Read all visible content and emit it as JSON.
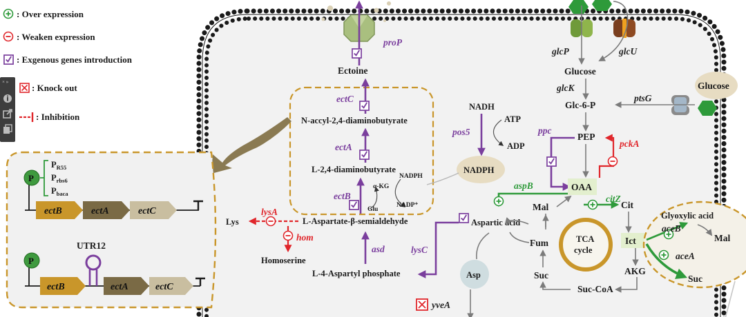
{
  "colors": {
    "purple": "#7a3e9d",
    "red": "#e0262b",
    "green": "#2e9a3a",
    "gold": "#c9962a",
    "membrane": "#1a1a1a",
    "cytoplasm": "#f2f2f2",
    "ectB_block": "#c9962a",
    "ectA_block": "#7a6a45",
    "ectC_block": "#c9bea0"
  },
  "legend": {
    "over": ": Over expression",
    "weaken": ": Weaken expression",
    "exo": ":  Exgenous genes introduction",
    "knock": ":  Knock out",
    "inhibit": ": Inhibition"
  },
  "toolbar": {
    "header": "× »",
    "icons": [
      "info-icon",
      "open-external-icon",
      "copy-icon"
    ]
  },
  "transport": {
    "proP": "proP",
    "glcP": "glcP",
    "glcU": "glcU",
    "ptsG": "ptsG",
    "glucose_out": "Glucose"
  },
  "pathway": {
    "ectoine": "Ectoine",
    "n_accyl": "N-accyl-2,4-diaminobutyrate",
    "dab": "L-2,4-diaminobutyrate",
    "asa": "L-Aspartate-β-semialdehyde",
    "asp_p": "L-4-Aspartyl phosphate",
    "aspartic": "Aspartic acid",
    "lys": "Lys",
    "homoserine": "Homoserine",
    "ectA": "ectA",
    "ectB": "ectB",
    "ectC": "ectC",
    "asd": "asd",
    "lysC": "lysC",
    "lysA": "lysA",
    "hom": "hom",
    "akg": "α-KG",
    "glu": "Glu",
    "nadph_small": "NADPH",
    "nadp_small": "NADP⁺",
    "nadh": "NADH",
    "atp": "ATP",
    "adp": "ADP",
    "pos5": "pos5",
    "nadph": "NADPH",
    "asp_node": "Asp",
    "yveA": "yveA"
  },
  "central": {
    "glucose": "Glucose",
    "glcK": "glcK",
    "g6p": "Glc-6-P",
    "pep": "PEP",
    "ppc": "ppc",
    "pckA": "pckA",
    "oaa": "OAA",
    "aspB": "aspB",
    "citZ": "citZ",
    "cit": "Cit",
    "mal": "Mal",
    "fum": "Fum",
    "suc": "Suc",
    "succoa": "Suc-CoA",
    "akg": "AKG",
    "ict": "Ict",
    "tca1": "TCA",
    "tca2": "cycle"
  },
  "glyoxylate": {
    "glyoxylic": "Glyoxylic acid",
    "mal": "Mal",
    "suc": "Suc",
    "aceB": "aceB",
    "aceA": "aceA"
  },
  "inset": {
    "p_letter": "P",
    "p_letter2": "P",
    "prom_p": "P",
    "prom_r55": "R55",
    "prom_p2": "P",
    "prom_rbs6": "rbs6",
    "prom_p3": "P",
    "prom_baca": "baca",
    "utr": "UTR12",
    "ectB": "ectB",
    "ectA": "ectA",
    "ectC": "ectC",
    "ectB2": "ectB",
    "ectA2": "ectA",
    "ectC2": "ectC"
  }
}
